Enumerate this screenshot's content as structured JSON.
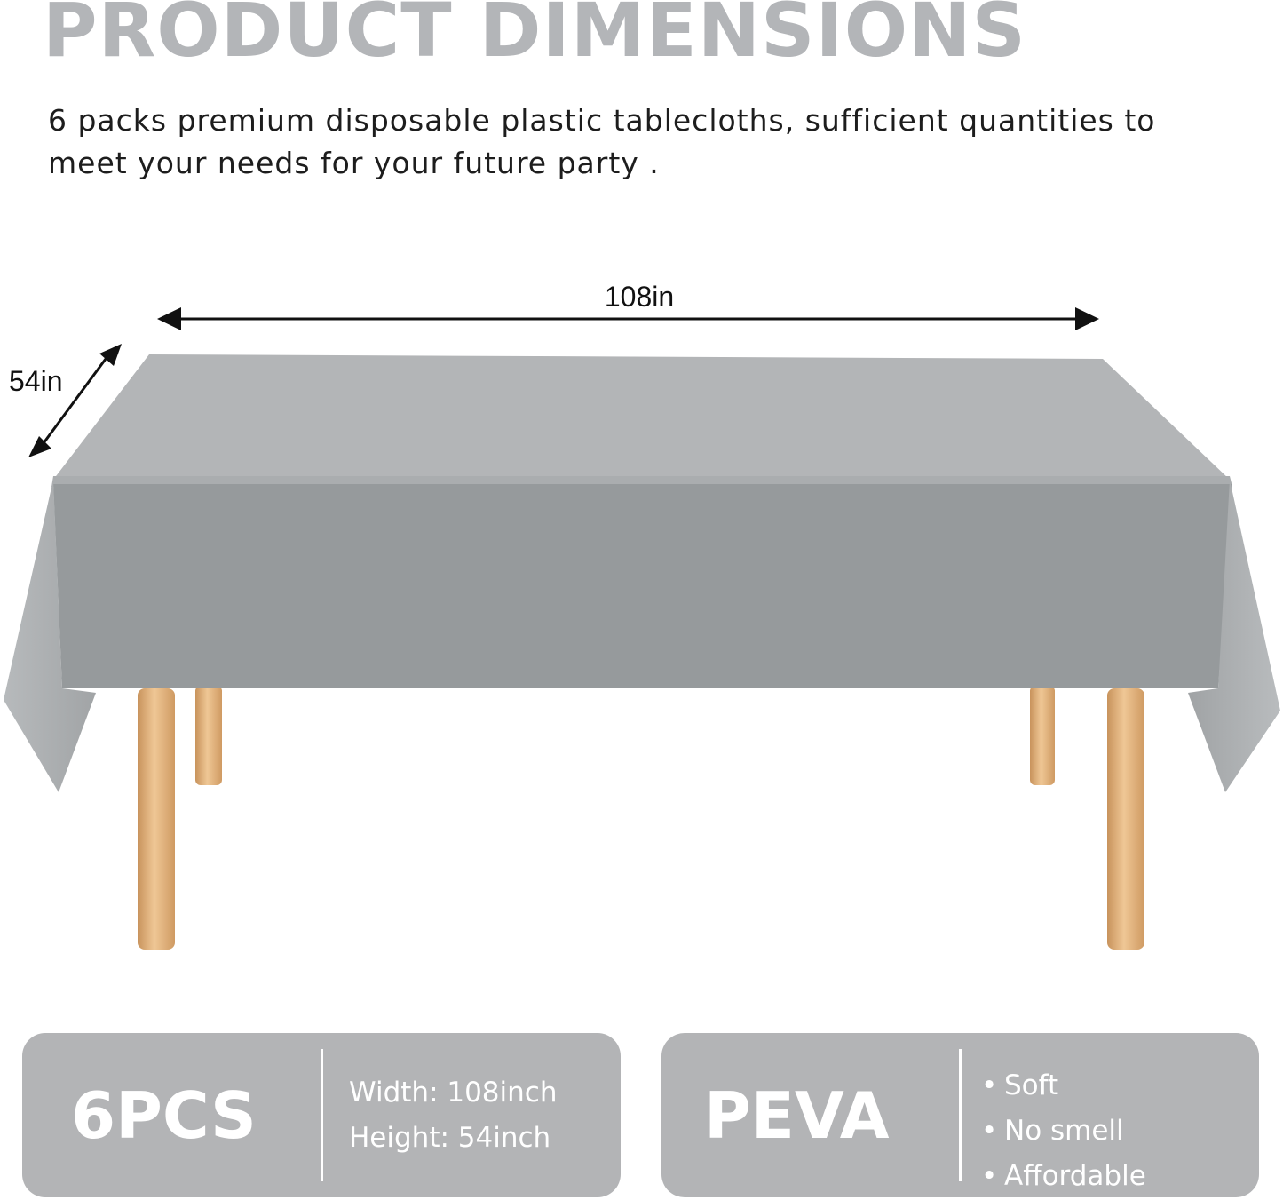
{
  "heading": "PRODUCT DIMENSIONS",
  "description": "6 packs premium disposable plastic tablecloths, sufficient quantities to meet your needs for your future party .",
  "dimensions": {
    "length_label": "108in",
    "width_label": "54in"
  },
  "colors": {
    "tablecloth_top": "#b3b5b7",
    "tablecloth_front": "#969a9c",
    "table_legs": "#e2b583",
    "panel_bg": "#b3b4b6",
    "heading": "#b3b5b8"
  },
  "panels": {
    "quantity": {
      "big_text": "6PCS",
      "specs": [
        "Width: 108inch",
        "Height: 54inch"
      ]
    },
    "material": {
      "big_text": "PEVA",
      "bullet": "•",
      "features": [
        "Soft",
        "No smell",
        "Affordable"
      ]
    }
  }
}
